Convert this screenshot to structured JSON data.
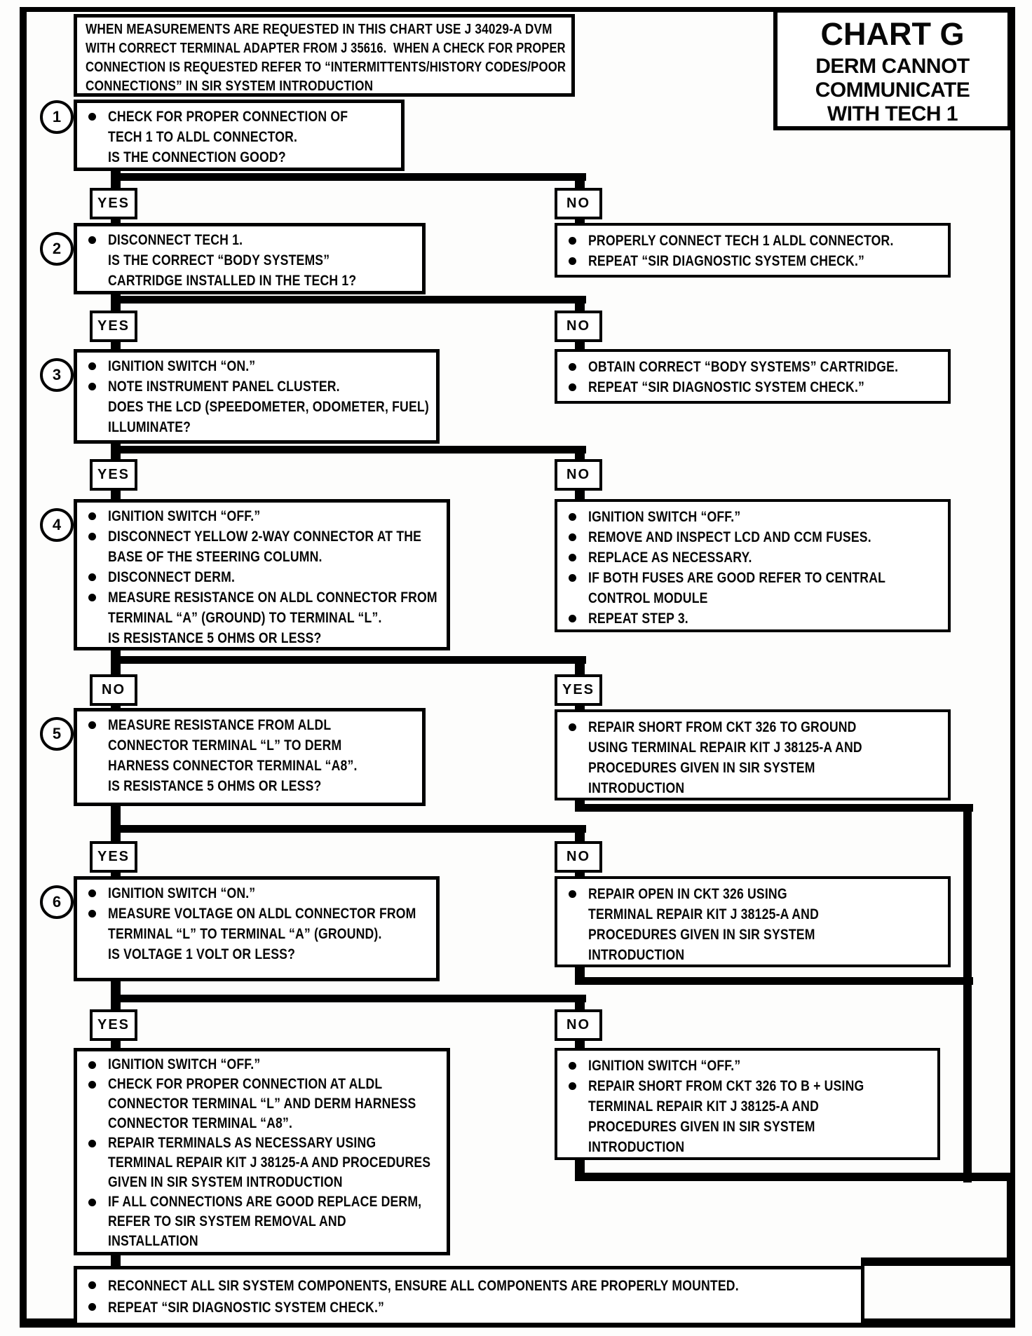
{
  "title": {
    "chart": "CHART G",
    "sub1": "DERM CANNOT",
    "sub2": "COMMUNICATE",
    "sub3": "WITH TECH 1"
  },
  "note": {
    "lines": [
      {
        "t": "WHEN MEASUREMENTS ARE REQUESTED IN THIS CHART USE J 34029-A DVM"
      },
      {
        "t": "WITH CORRECT TERMINAL ADAPTER FROM J 35616.  WHEN A CHECK FOR PROPER"
      },
      {
        "t": "CONNECTION IS REQUESTED REFER TO “INTERMITTENTS/HISTORY CODES/POOR"
      },
      {
        "t": "CONNECTIONS” IN SIR SYSTEM INTRODUCTION"
      }
    ]
  },
  "rows": [
    {
      "left": "YES",
      "right": "NO"
    },
    {
      "left": "YES",
      "right": "NO"
    },
    {
      "left": "YES",
      "right": "NO"
    },
    {
      "left": "NO",
      "right": "YES"
    },
    {
      "left": "YES",
      "right": "NO"
    },
    {
      "left": "YES",
      "right": "NO"
    }
  ],
  "steps": {
    "s1": {
      "num": "1",
      "lines": [
        {
          "b": 1,
          "t": "CHECK FOR PROPER CONNECTION OF"
        },
        {
          "t": "TECH 1 TO ALDL CONNECTOR."
        },
        {
          "t": "IS THE CONNECTION GOOD?"
        }
      ]
    },
    "s2": {
      "num": "2",
      "lines": [
        {
          "b": 1,
          "t": "DISCONNECT TECH 1."
        },
        {
          "t": "IS THE CORRECT “BODY SYSTEMS”"
        },
        {
          "t": "CARTRIDGE INSTALLED IN THE TECH 1?"
        }
      ]
    },
    "s3": {
      "num": "3",
      "lines": [
        {
          "b": 1,
          "t": "IGNITION SWITCH “ON.”"
        },
        {
          "b": 1,
          "t": "NOTE INSTRUMENT PANEL CLUSTER."
        },
        {
          "t": "DOES THE LCD (SPEEDOMETER, ODOMETER, FUEL)"
        },
        {
          "t": "ILLUMINATE?"
        }
      ]
    },
    "s4": {
      "num": "4",
      "lines": [
        {
          "b": 1,
          "t": "IGNITION SWITCH “OFF.”"
        },
        {
          "b": 1,
          "t": "DISCONNECT YELLOW 2-WAY CONNECTOR AT THE"
        },
        {
          "t": "BASE OF THE STEERING COLUMN."
        },
        {
          "b": 1,
          "t": "DISCONNECT DERM."
        },
        {
          "b": 1,
          "t": "MEASURE RESISTANCE ON ALDL CONNECTOR FROM"
        },
        {
          "t": "TERMINAL “A” (GROUND) TO TERMINAL “L”."
        },
        {
          "t": "IS RESISTANCE 5 OHMS OR LESS?"
        }
      ]
    },
    "s5": {
      "num": "5",
      "lines": [
        {
          "b": 1,
          "t": "MEASURE RESISTANCE FROM ALDL"
        },
        {
          "t": "CONNECTOR TERMINAL “L” TO DERM"
        },
        {
          "t": "HARNESS CONNECTOR TERMINAL “A8”."
        },
        {
          "t": "IS RESISTANCE 5 OHMS OR LESS?"
        }
      ]
    },
    "s6": {
      "num": "6",
      "lines": [
        {
          "b": 1,
          "t": "IGNITION SWITCH “ON.”"
        },
        {
          "b": 1,
          "t": "MEASURE VOLTAGE ON ALDL CONNECTOR FROM"
        },
        {
          "t": "TERMINAL “L” TO TERMINAL “A” (GROUND)."
        },
        {
          "t": "IS VOLTAGE 1 VOLT OR LESS?"
        }
      ]
    },
    "s7": {
      "lines": [
        {
          "b": 1,
          "t": "IGNITION SWITCH “OFF.”"
        },
        {
          "b": 1,
          "t": "CHECK FOR PROPER CONNECTION AT ALDL"
        },
        {
          "t": "CONNECTOR TERMINAL “L” AND DERM HARNESS"
        },
        {
          "t": "CONNECTOR TERMINAL “A8”."
        },
        {
          "b": 1,
          "t": "REPAIR TERMINALS AS NECESSARY USING"
        },
        {
          "t": "TERMINAL REPAIR KIT J 38125-A AND PROCEDURES"
        },
        {
          "t": "GIVEN IN SIR SYSTEM INTRODUCTION"
        },
        {
          "b": 1,
          "t": "IF ALL CONNECTIONS ARE GOOD REPLACE DERM,"
        },
        {
          "t": "REFER TO SIR SYSTEM REMOVAL AND"
        },
        {
          "t": "INSTALLATION"
        }
      ]
    }
  },
  "right_boxes": {
    "r1": {
      "lines": [
        {
          "b": 1,
          "t": "PROPERLY CONNECT TECH 1 ALDL CONNECTOR."
        },
        {
          "b": 1,
          "t": "REPEAT “SIR DIAGNOSTIC SYSTEM CHECK.”"
        }
      ]
    },
    "r2": {
      "lines": [
        {
          "b": 1,
          "t": "OBTAIN CORRECT “BODY SYSTEMS” CARTRIDGE."
        },
        {
          "b": 1,
          "t": "REPEAT “SIR DIAGNOSTIC SYSTEM CHECK.”"
        }
      ]
    },
    "r3": {
      "lines": [
        {
          "b": 1,
          "t": "IGNITION SWITCH “OFF.”"
        },
        {
          "b": 1,
          "t": "REMOVE AND INSPECT LCD AND CCM FUSES."
        },
        {
          "b": 1,
          "t": "REPLACE AS NECESSARY."
        },
        {
          "b": 1,
          "t": "IF BOTH FUSES ARE GOOD REFER TO CENTRAL"
        },
        {
          "t": "CONTROL MODULE"
        },
        {
          "b": 1,
          "t": "REPEAT STEP 3."
        }
      ]
    },
    "r4": {
      "lines": [
        {
          "b": 1,
          "t": "REPAIR SHORT FROM CKT 326 TO GROUND"
        },
        {
          "t": "USING TERMINAL REPAIR KIT J 38125-A AND"
        },
        {
          "t": "PROCEDURES GIVEN IN SIR SYSTEM"
        },
        {
          "t": "INTRODUCTION"
        }
      ]
    },
    "r5": {
      "lines": [
        {
          "b": 1,
          "t": "REPAIR OPEN IN CKT 326 USING"
        },
        {
          "t": "TERMINAL REPAIR KIT J 38125-A AND"
        },
        {
          "t": "PROCEDURES GIVEN IN SIR SYSTEM"
        },
        {
          "t": "INTRODUCTION"
        }
      ]
    },
    "r6": {
      "lines": [
        {
          "b": 1,
          "t": "IGNITION SWITCH “OFF.”"
        },
        {
          "b": 1,
          "t": "REPAIR SHORT FROM CKT 326 TO B + USING"
        },
        {
          "t": "TERMINAL REPAIR KIT J 38125-A AND"
        },
        {
          "t": "PROCEDURES GIVEN IN SIR SYSTEM"
        },
        {
          "t": "INTRODUCTION"
        }
      ]
    }
  },
  "final_box": {
    "lines": [
      {
        "b": 1,
        "t": "RECONNECT ALL SIR SYSTEM COMPONENTS, ENSURE ALL COMPONENTS ARE PROPERLY MOUNTED."
      },
      {
        "b": 1,
        "t": "REPEAT “SIR DIAGNOSTIC SYSTEM CHECK.”"
      }
    ]
  },
  "colors": {
    "ink": "#000000",
    "paper": "#ffffff"
  }
}
